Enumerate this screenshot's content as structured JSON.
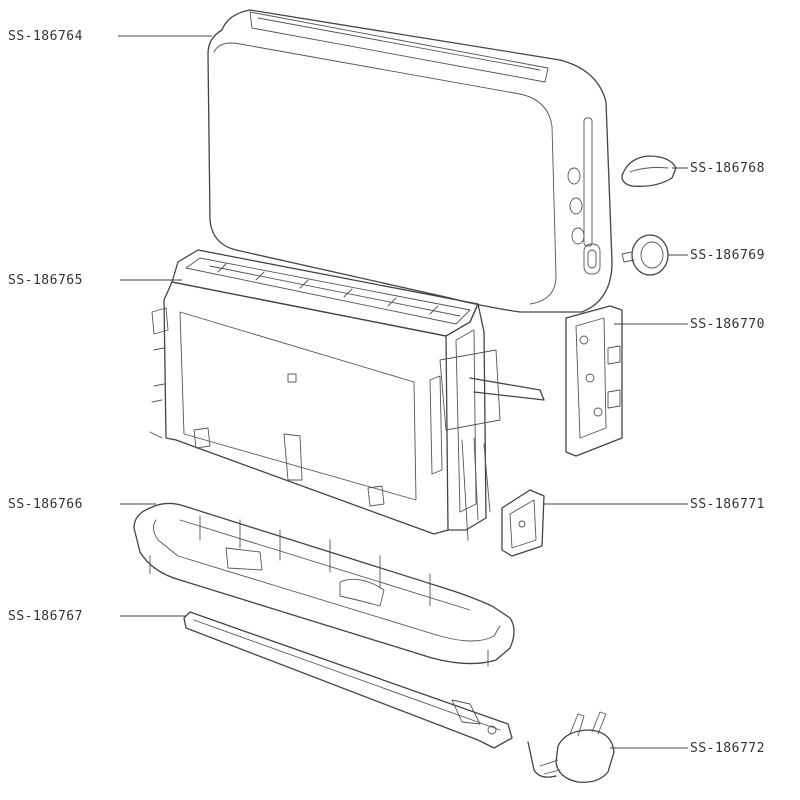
{
  "diagram": {
    "parts": [
      {
        "id": "SS-186764",
        "label": "SS-186764"
      },
      {
        "id": "SS-186765",
        "label": "SS-186765"
      },
      {
        "id": "SS-186766",
        "label": "SS-186766"
      },
      {
        "id": "SS-186767",
        "label": "SS-186767"
      },
      {
        "id": "SS-186768",
        "label": "SS-186768"
      },
      {
        "id": "SS-186769",
        "label": "SS-186769"
      },
      {
        "id": "SS-186770",
        "label": "SS-186770"
      },
      {
        "id": "SS-186771",
        "label": "SS-186771"
      },
      {
        "id": "SS-186772",
        "label": "SS-186772"
      }
    ]
  }
}
